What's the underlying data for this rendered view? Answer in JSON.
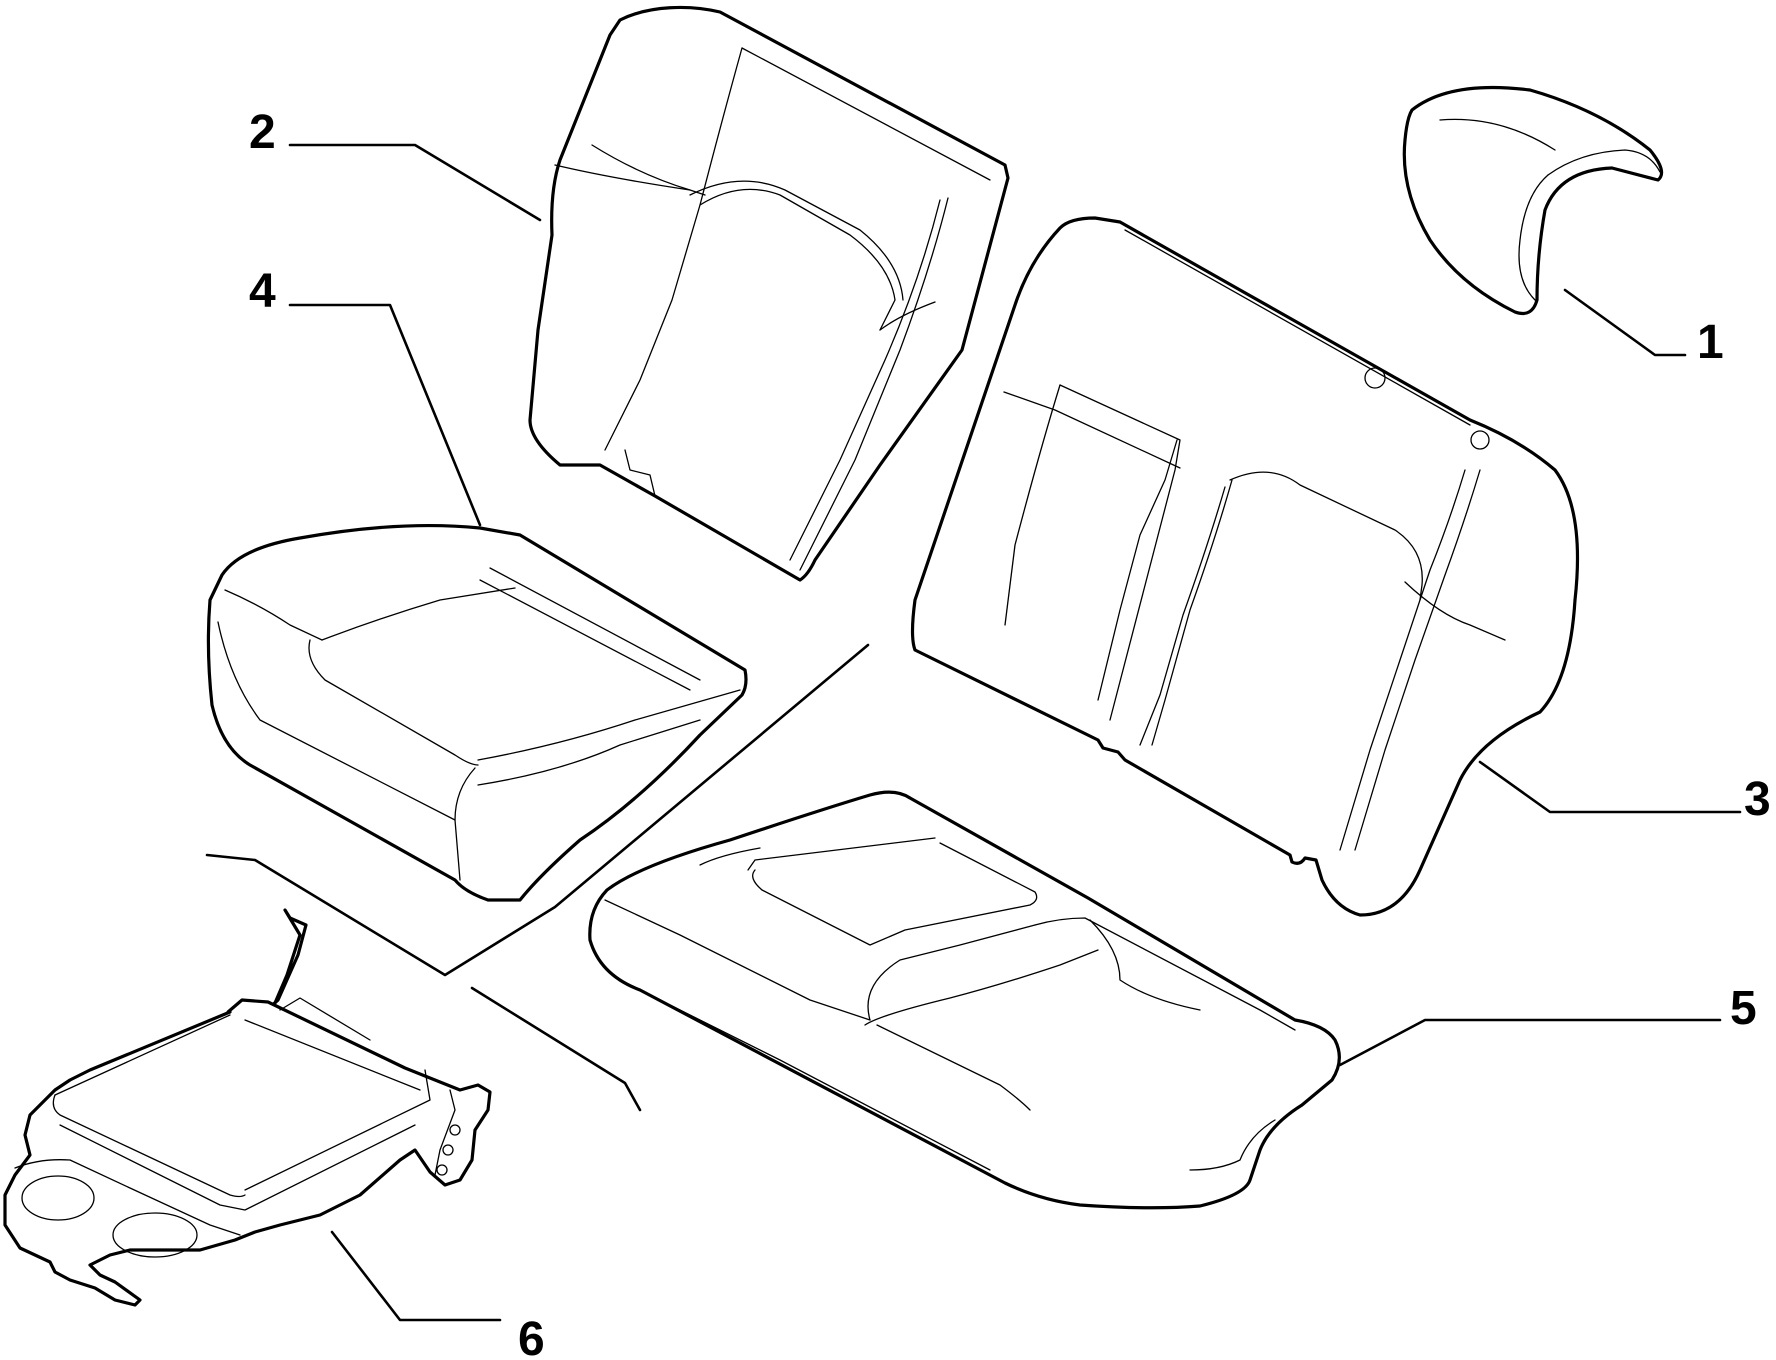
{
  "diagram": {
    "parts": [
      {
        "id": "headrest",
        "label": "1"
      },
      {
        "id": "backrest-left",
        "label": "2"
      },
      {
        "id": "backrest-right",
        "label": "3"
      },
      {
        "id": "cushion-left",
        "label": "4"
      },
      {
        "id": "cushion-right",
        "label": "5"
      },
      {
        "id": "armrest-cupholder",
        "label": "6"
      }
    ],
    "colors": {
      "line": "#000000",
      "background": "#ffffff"
    }
  }
}
